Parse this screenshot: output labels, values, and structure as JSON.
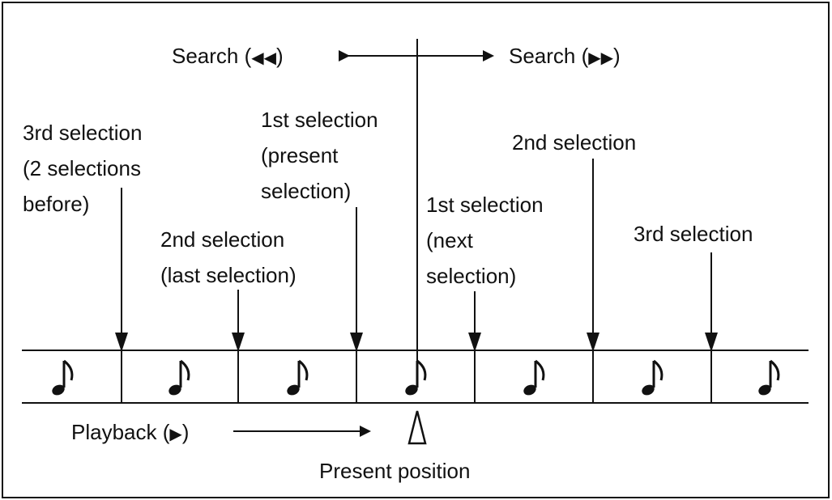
{
  "colors": {
    "ink": "#111111",
    "background": "#ffffff"
  },
  "search_back": {
    "text": "Search (",
    "glyph": "◀◀",
    "close": ")"
  },
  "search_forward": {
    "text": "Search (",
    "glyph": "▶▶",
    "close": ")"
  },
  "labels": {
    "third_before": [
      "3rd selection",
      "(2 selections",
      "before)"
    ],
    "second_last": [
      "2nd selection",
      "(last selection)"
    ],
    "first_present": [
      "1st selection",
      "(present",
      "selection)"
    ],
    "first_next": [
      "1st selection",
      "(next",
      "selection)"
    ],
    "second_next": [
      "2nd selection"
    ],
    "third_next": [
      "3rd selection"
    ]
  },
  "playback": {
    "text": "Playback (",
    "glyph": "▶",
    "close": ")"
  },
  "present_position": "Present position",
  "icons": {
    "note": "eighth-note-icon",
    "pointer": "triangle-pointer-icon"
  },
  "note_count": 7
}
